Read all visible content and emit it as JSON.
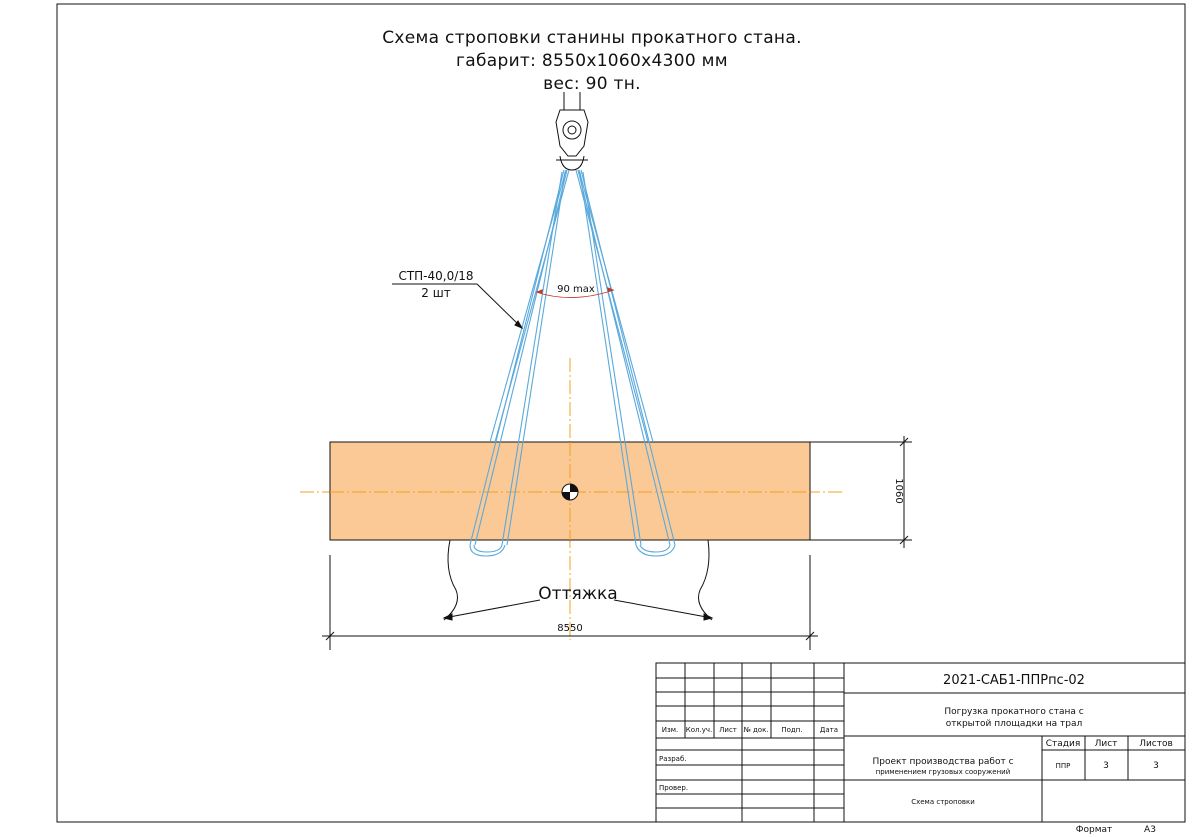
{
  "drawing": {
    "title_lines": [
      "Схема строповки станины прокатного стана.",
      "габарит: 8550х1060х4300 мм",
      "вес: 90 тн."
    ],
    "sling_label": "СТП-40,0/18",
    "sling_count": "2 шт",
    "angle_label": "90 max",
    "guy_label": "Оттяжка",
    "dim_length": "8550",
    "dim_height": "1060"
  },
  "stamp": {
    "code": "2021-САБ1-ППРпс-02",
    "object_line1": "Погрузка прокатного стана с",
    "object_line2": "открытой площадки на трал",
    "columns": [
      "Изм.",
      "Кол.уч.",
      "Лист",
      "№ док.",
      "Подп.",
      "Дата"
    ],
    "row_labels": [
      "Разраб.",
      "Провер."
    ],
    "project_line1": "Проект производства работ с",
    "project_line2": "применением грузовых сооружений",
    "sheet_title": "Схема строповки",
    "stage_header": "Стадия",
    "sheet_header": "Лист",
    "sheets_header": "Листов",
    "stage_value": "ППР",
    "sheet_value": "3",
    "sheets_value": "3",
    "format_label": "Формат",
    "format_value": "А3"
  },
  "colors": {
    "load_fill": "#fbc996",
    "sling": "#5aa9dc",
    "axis": "#f0a020",
    "angle_arc": "#c0392b",
    "line": "#111111"
  }
}
